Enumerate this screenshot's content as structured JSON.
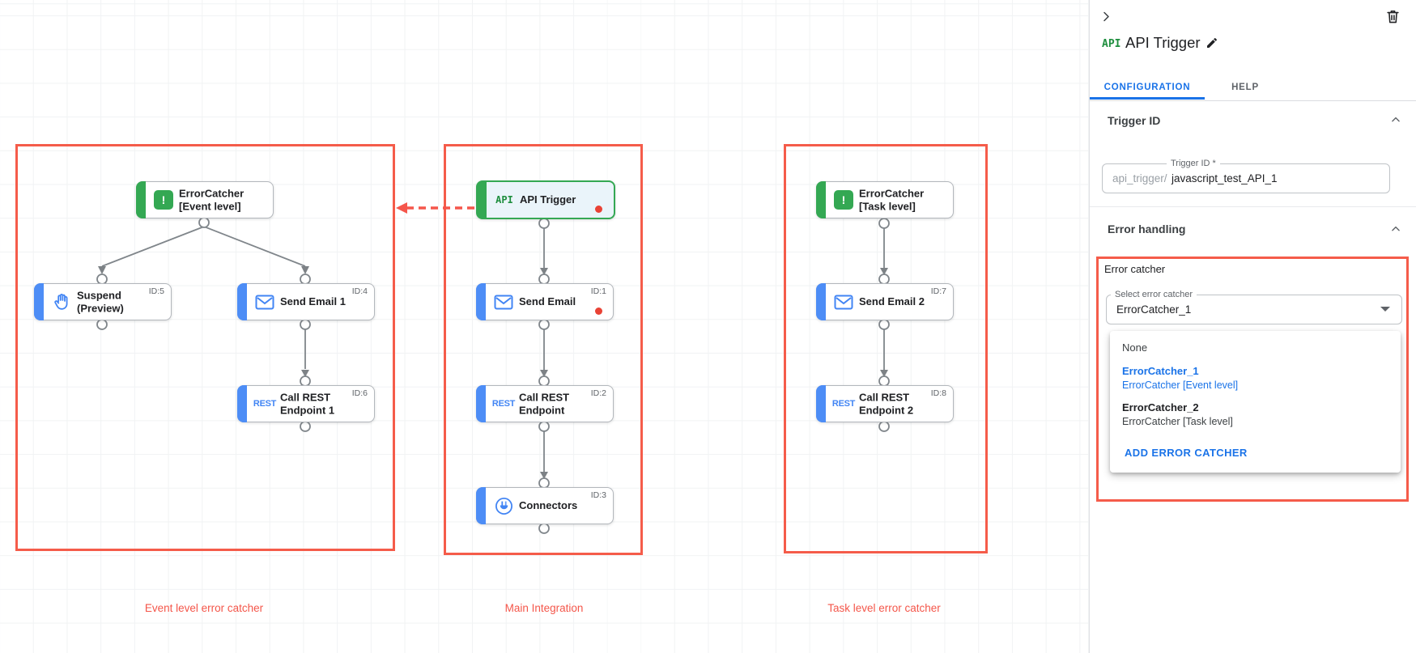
{
  "canvas": {
    "groups": [
      {
        "label": "Event level error catcher"
      },
      {
        "label": "Main Integration"
      },
      {
        "label": "Task level error catcher"
      }
    ],
    "nodes": {
      "ec_event": {
        "line1": "ErrorCatcher",
        "line2": "[Event level]",
        "id": ""
      },
      "suspend": {
        "line1": "Suspend",
        "line2": "(Preview)",
        "id": "ID:5"
      },
      "send_email_1": {
        "line1": "Send Email 1",
        "line2": "",
        "id": "ID:4"
      },
      "call_rest_1": {
        "line1": "Call REST",
        "line2": "Endpoint 1",
        "id": "ID:6"
      },
      "api_trigger": {
        "line1": "API Trigger",
        "line2": "",
        "id": ""
      },
      "send_email": {
        "line1": "Send Email",
        "line2": "",
        "id": "ID:1"
      },
      "call_rest": {
        "line1": "Call REST",
        "line2": "Endpoint",
        "id": "ID:2"
      },
      "connectors": {
        "line1": "Connectors",
        "line2": "",
        "id": "ID:3"
      },
      "ec_task": {
        "line1": "ErrorCatcher",
        "line2": "[Task level]",
        "id": ""
      },
      "send_email_2": {
        "line1": "Send Email 2",
        "line2": "",
        "id": "ID:7"
      },
      "call_rest_2": {
        "line1": "Call REST",
        "line2": "Endpoint 2",
        "id": "ID:8"
      }
    },
    "icons": {
      "api_text": "API",
      "rest_text": "REST",
      "error_mark": "!"
    }
  },
  "panel": {
    "badge_text": "API",
    "title": "API Trigger",
    "tabs": [
      {
        "label": "CONFIGURATION"
      },
      {
        "label": "HELP"
      }
    ],
    "trigger_id": {
      "section_title": "Trigger ID",
      "field_label": "Trigger ID *",
      "prefix": "api_trigger/",
      "value": "javascript_test_API_1"
    },
    "error_handling": {
      "section_title": "Error handling",
      "group_label": "Error catcher",
      "select_label": "Select error catcher",
      "select_value": "ErrorCatcher_1",
      "menu": {
        "none": "None",
        "options": [
          {
            "name": "ErrorCatcher_1",
            "desc": "ErrorCatcher [Event level]"
          },
          {
            "name": "ErrorCatcher_2",
            "desc": "ErrorCatcher [Task level]"
          }
        ],
        "add_button": "ADD ERROR CATCHER"
      }
    }
  },
  "colors": {
    "highlight_red": "#f55c4a",
    "alert_dot_red": "#e94235",
    "accent_blue": "#4285f4",
    "accent_green": "#34a853",
    "link_blue": "#1a73e8"
  }
}
